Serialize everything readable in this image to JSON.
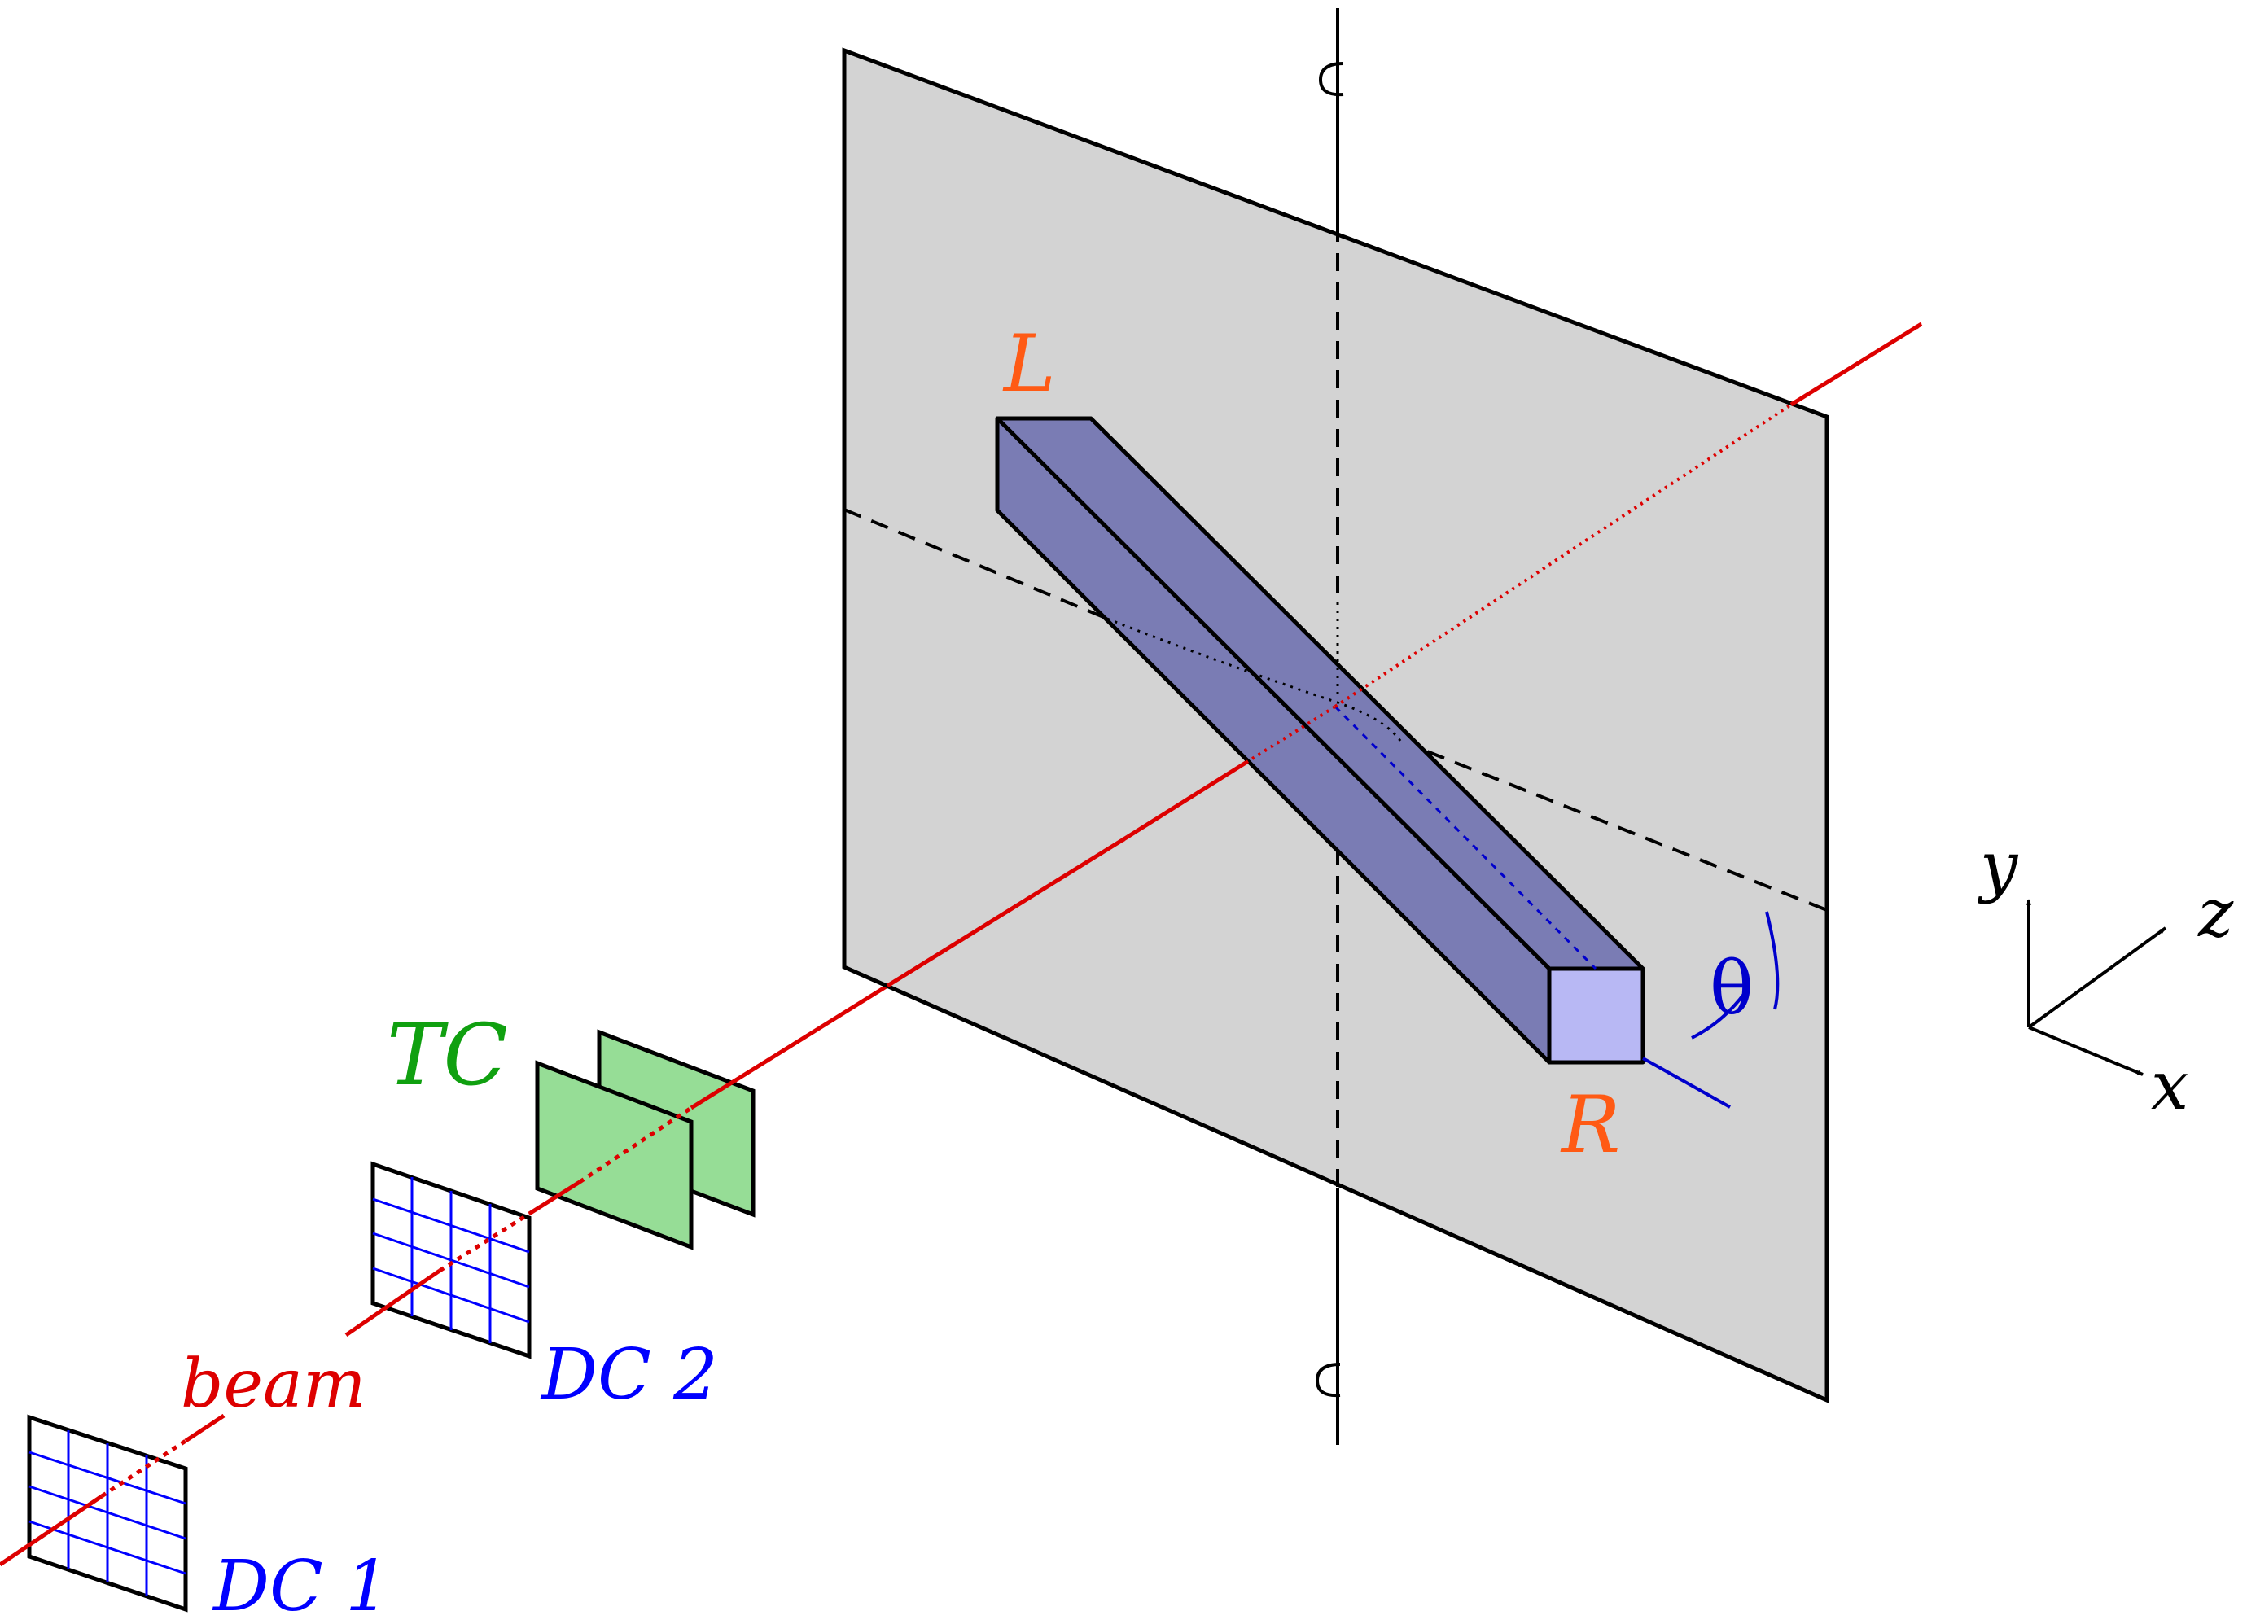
{
  "labels": {
    "L": "L",
    "R": "R",
    "theta": "θ",
    "TC": "TC",
    "DC1": "DC 1",
    "DC2": "DC 2",
    "beam": "beam",
    "axis_x": "x",
    "axis_y": "y",
    "axis_z": "z"
  },
  "colors": {
    "beam": "#dd0000",
    "label_orange": "#ff5a14",
    "label_blue": "#0000ff",
    "label_green": "#10a010",
    "theta_blue": "#0000cc",
    "plate": "#d3d3d3",
    "bar_front": "#7a7cb4",
    "bar_end": "#b8b8f4",
    "tc_plate": "#96dd96",
    "grid": "#0000ff"
  }
}
